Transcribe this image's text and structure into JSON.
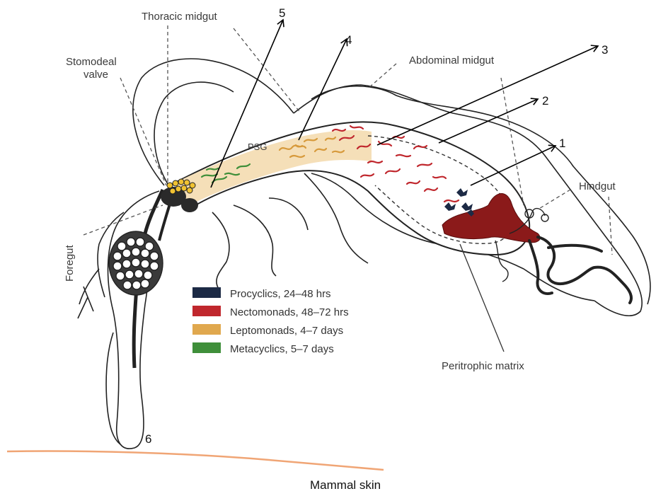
{
  "labels": {
    "thoracic_midgut": "Thoracic midgut",
    "stomodeal_valve_line1": "Stomodeal",
    "stomodeal_valve_line2": "valve",
    "abdominal_midgut": "Abdominal midgut",
    "hindgut": "Hindgut",
    "foregut": "Foregut",
    "psg": "PSG",
    "peritrophic_matrix": "Peritrophic matrix",
    "mammal_skin": "Mammal skin"
  },
  "numbers": [
    "1",
    "2",
    "3",
    "4",
    "5",
    "6"
  ],
  "legend": [
    {
      "label": "Procyclics, 24–48 hrs",
      "color": "#1c2a45"
    },
    {
      "label": "Nectomonads, 48–72 hrs",
      "color": "#c0272d"
    },
    {
      "label": "Leptomonads, 4–7 days",
      "color": "#e0a84e"
    },
    {
      "label": "Metacyclics, 5–7 days",
      "color": "#3f8f3a"
    }
  ],
  "colors": {
    "procyclic": "#1c2a45",
    "nectomonad": "#c0272d",
    "leptomonad": "#e0a84e",
    "metacyclic": "#3f8f3a",
    "blood_meal": "#8b1a1a",
    "skin_line": "#f0a575",
    "psg_fill": "#f5dfb8"
  }
}
